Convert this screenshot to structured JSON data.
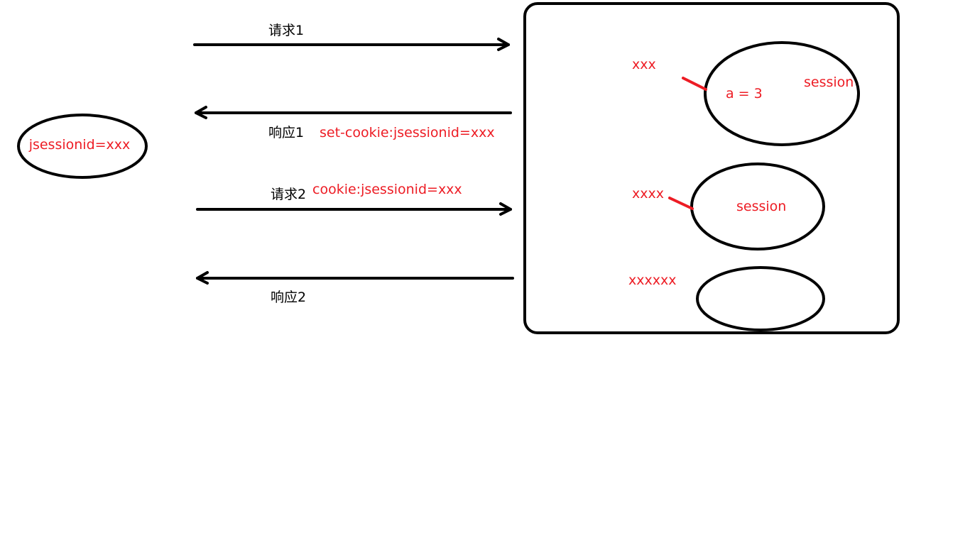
{
  "colors": {
    "stroke": "#000000",
    "accent_red": "#ed1c24",
    "background": "#ffffff"
  },
  "client": {
    "cookie_label": "jsessionid=xxx"
  },
  "messages": {
    "request1": "请求1",
    "response1": "响应1",
    "response1_header": "set-cookie:jsessionid=xxx",
    "request2": "请求2",
    "request2_header": "cookie:jsessionid=xxx",
    "response2": "响应2"
  },
  "server": {
    "sessions": [
      {
        "id": "xxx",
        "content": "a = 3",
        "label": "session"
      },
      {
        "id": "xxxx",
        "label": "session"
      },
      {
        "id": "xxxxxx"
      }
    ]
  }
}
